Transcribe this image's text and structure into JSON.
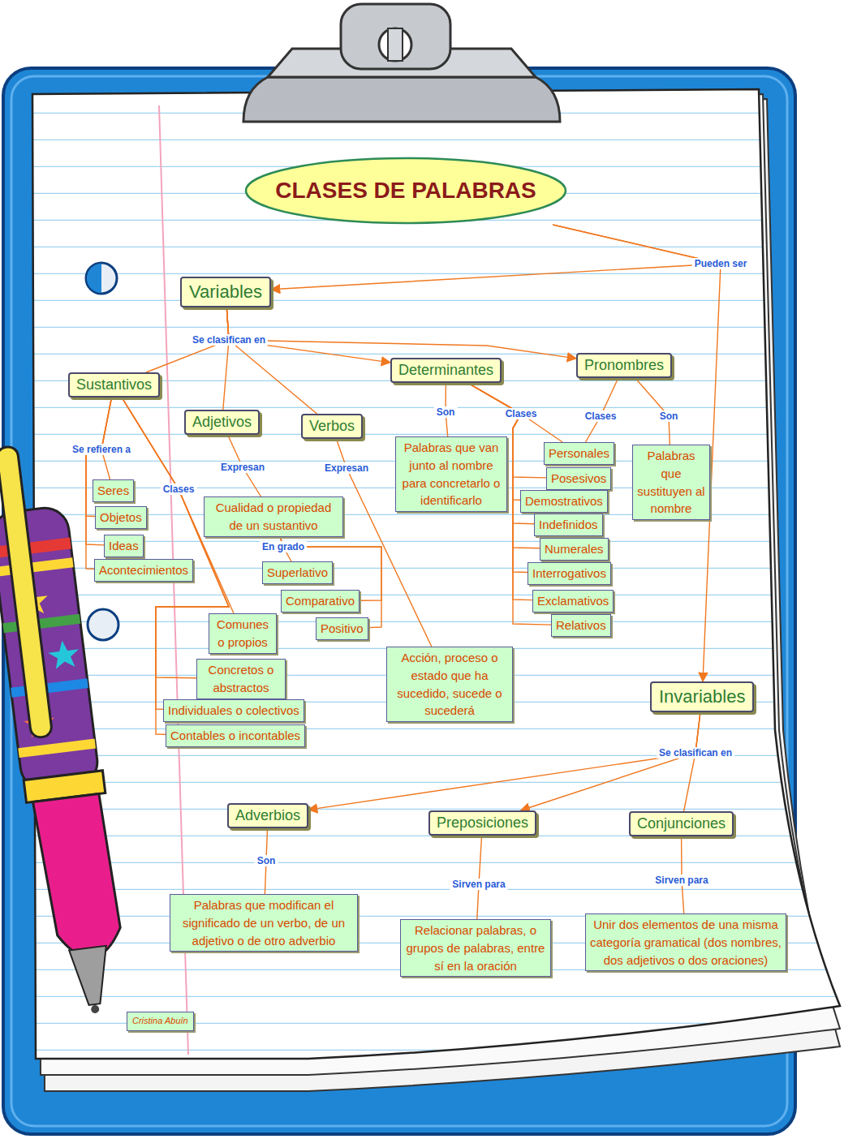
{
  "diagram": {
    "nodes": [
      {
        "text": [
          "CLASES DE PALABRAS"
        ]
      },
      {
        "text": [
          "Variables"
        ]
      },
      {
        "text": [
          "Sustantivos"
        ]
      },
      {
        "text": [
          "Adjetivos"
        ]
      },
      {
        "text": [
          "Verbos"
        ]
      },
      {
        "text": [
          "Determinantes"
        ]
      },
      {
        "text": [
          "Pronombres"
        ]
      },
      {
        "text": [
          "Seres"
        ]
      },
      {
        "text": [
          "Objetos"
        ]
      },
      {
        "text": [
          "Ideas"
        ]
      },
      {
        "text": [
          "Acontecimientos"
        ]
      },
      {
        "text": [
          "Cualidad o propiedad de un sustantivo"
        ]
      },
      {
        "text": [
          "Superlativo"
        ]
      },
      {
        "text": [
          "Comparativo"
        ]
      },
      {
        "text": [
          "Positivo"
        ]
      },
      {
        "text": [
          "Comunes o propios"
        ]
      },
      {
        "text": [
          "Concretos o abstractos"
        ]
      },
      {
        "text": [
          "Individuales o colectivos"
        ]
      },
      {
        "text": [
          "Contables o incontables"
        ]
      },
      {
        "text": [
          "Palabras que van junto al nombre para concretarlo o identificarlo"
        ]
      },
      {
        "text": [
          "Personales"
        ]
      },
      {
        "text": [
          "Posesivos"
        ]
      },
      {
        "text": [
          "Demostrativos"
        ]
      },
      {
        "text": [
          "Indefinidos"
        ]
      },
      {
        "text": [
          "Numerales"
        ]
      },
      {
        "text": [
          "Interrogativos"
        ]
      },
      {
        "text": [
          "Exclamativos"
        ]
      },
      {
        "text": [
          "Relativos"
        ]
      },
      {
        "text": [
          "Palabras que sustituyen al nombre"
        ]
      },
      {
        "text": [
          "Acción, proceso o estado que ha sucedido, sucede o sucederá"
        ]
      },
      {
        "text": [
          "Invariables"
        ]
      },
      {
        "text": [
          "Adverbios"
        ]
      },
      {
        "text": [
          "Preposiciones"
        ]
      },
      {
        "text": [
          "Conjunciones"
        ]
      },
      {
        "text": [
          "Palabras que modifican el significado de un verbo, de un adjetivo o de otro adverbio"
        ]
      },
      {
        "text": [
          "Relacionar palabras, o grupos de palabras, entre sí en la oración"
        ]
      },
      {
        "text": [
          "Unir dos elementos de una misma categoría gramatical (dos nombres, dos adjetivos o dos oraciones)"
        ]
      },
      {
        "text": [
          "Cristina Abuín"
        ]
      }
    ],
    "edges": [
      {
        "from": 0,
        "to": 1,
        "label": "Pueden ser",
        "arrow": "to"
      },
      {
        "from": 0,
        "to": 30,
        "arrow": "to"
      },
      {
        "from": 1,
        "to": 2,
        "label": "Se clasifican en",
        "arrow": "none"
      },
      {
        "from": 1,
        "to": 3,
        "arrow": "none"
      },
      {
        "from": 1,
        "to": 4,
        "arrow": "none"
      },
      {
        "from": 1,
        "to": 5,
        "arrow": "to"
      },
      {
        "from": 1,
        "to": 6,
        "arrow": "to"
      },
      {
        "from": 2,
        "to": 7,
        "label": "Se refieren a",
        "arrow": "none"
      },
      {
        "from": 2,
        "to": 8,
        "arrow": "none"
      },
      {
        "from": 2,
        "to": 9,
        "arrow": "none"
      },
      {
        "from": 2,
        "to": 10,
        "arrow": "none"
      },
      {
        "from": 2,
        "to": 15,
        "label": "Clases",
        "arrow": "none"
      },
      {
        "from": 2,
        "to": 16,
        "arrow": "none"
      },
      {
        "from": 2,
        "to": 17,
        "arrow": "none"
      },
      {
        "from": 2,
        "to": 18,
        "arrow": "none"
      },
      {
        "from": 3,
        "to": 11,
        "label": "Expresan",
        "arrow": "none"
      },
      {
        "from": 11,
        "to": 12,
        "label": "En grado",
        "arrow": "none"
      },
      {
        "from": 11,
        "to": 13,
        "arrow": "none"
      },
      {
        "from": 11,
        "to": 14,
        "arrow": "none"
      },
      {
        "from": 4,
        "to": 29,
        "label": "Expresan",
        "arrow": "none"
      },
      {
        "from": 5,
        "to": 19,
        "label": "Son",
        "arrow": "none"
      },
      {
        "from": 5,
        "to": 20,
        "label": "Clases",
        "arrow": "none"
      },
      {
        "from": 5,
        "to": 21,
        "arrow": "none"
      },
      {
        "from": 5,
        "to": 22,
        "arrow": "none"
      },
      {
        "from": 5,
        "to": 23,
        "arrow": "none"
      },
      {
        "from": 5,
        "to": 24,
        "arrow": "none"
      },
      {
        "from": 5,
        "to": 25,
        "arrow": "none"
      },
      {
        "from": 5,
        "to": 26,
        "arrow": "none"
      },
      {
        "from": 5,
        "to": 27,
        "arrow": "none"
      },
      {
        "from": 6,
        "to": 20,
        "label": "Clases",
        "arrow": "none"
      },
      {
        "from": 6,
        "to": 28,
        "label": "Son",
        "arrow": "none"
      },
      {
        "from": 30,
        "to": 31,
        "label": "Se clasifican en",
        "arrow": "to"
      },
      {
        "from": 30,
        "to": 32,
        "arrow": "to"
      },
      {
        "from": 30,
        "to": 33,
        "arrow": "none"
      },
      {
        "from": 31,
        "to": 34,
        "label": "Son",
        "arrow": "none"
      },
      {
        "from": 32,
        "to": 35,
        "label": "Sirven para",
        "arrow": "none"
      },
      {
        "from": 33,
        "to": 36,
        "label": "Sirven para",
        "arrow": "none"
      }
    ]
  }
}
